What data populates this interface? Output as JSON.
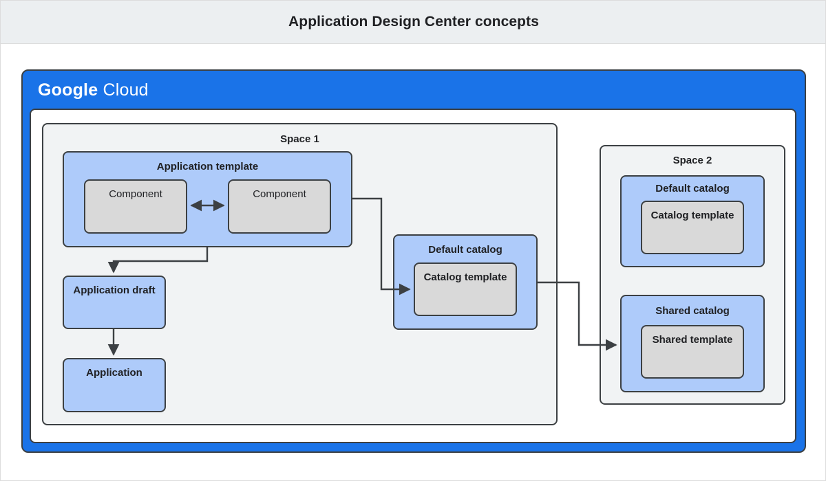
{
  "title": "Application Design Center concepts",
  "brand": {
    "word1": "Google",
    "word2": "Cloud",
    "blue": "#1a73e8"
  },
  "colors": {
    "frame_blue": "#1a73e8",
    "box_blue": "#aecbfa",
    "box_gray": "#d9d9d9",
    "space_gray": "#f1f3f4",
    "stroke": "#3c4043",
    "title_bar_bg": "#eceff1",
    "text": "#202124"
  },
  "diagram": {
    "space1": {
      "label": "Space 1",
      "app_template": {
        "label": "Application template",
        "component_a": "Component",
        "component_b": "Component"
      },
      "app_draft": "Application draft",
      "application": "Application",
      "default_catalog": {
        "label": "Default catalog",
        "catalog_template": "Catalog template"
      }
    },
    "space2": {
      "label": "Space 2",
      "default_catalog": {
        "label": "Default catalog",
        "catalog_template": "Catalog template"
      },
      "shared_catalog": {
        "label": "Shared catalog",
        "shared_template": "Shared template"
      }
    },
    "connectors": [
      {
        "name": "component-a-to-component-b",
        "type": "bidirectional"
      },
      {
        "name": "app-template-to-app-draft",
        "type": "arrow"
      },
      {
        "name": "app-draft-to-application",
        "type": "arrow"
      },
      {
        "name": "app-template-to-default-catalog",
        "type": "arrow"
      },
      {
        "name": "default-catalog-to-shared-catalog",
        "type": "arrow"
      }
    ]
  }
}
